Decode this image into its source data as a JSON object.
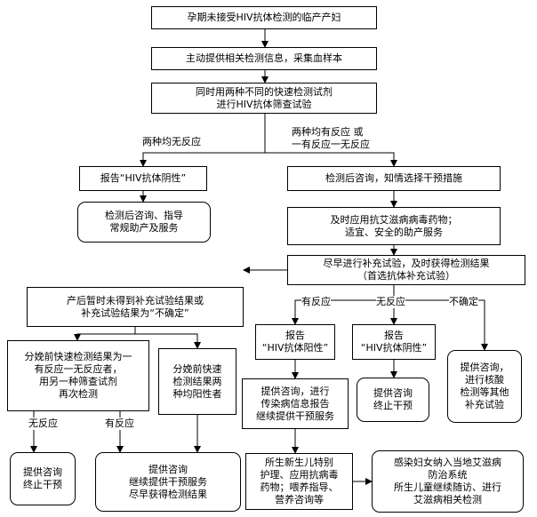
{
  "nodes": {
    "n1": "孕期未接受HIV抗体检测的临产产妇",
    "n2": "主动提供相关检测信息，采集血样本",
    "n3": "同时用两种不同的快速检测试剂\n进行HIV抗体筛查试验",
    "n4": "报告“HIV抗体阴性”",
    "n5": "检测后咨询，知情选择干预措施",
    "n6": "检测后咨询、指导\n常规助产及服务",
    "n7": "及时应用抗艾滋病病毒药物；\n适宜、安全的助产服务",
    "n8": "尽早进行补充试验，及时获得检测结果\n（首选抗体补充试验）",
    "n9": "产后暂时未得到补充试验结果或\n补充试验结果为“不确定”",
    "n10": "报告\n“HIV抗体阳性”",
    "n11": "报告\n“HIV抗体阴性”",
    "n12": "提供咨询，\n进行核酸\n检测等其他\n补充试验",
    "n13": "分娩前快速检测结果为一\n有反应一无反应者，\n用另一种筛查试剂\n再次检测",
    "n14": "分娩前快速\n检测结果两\n种均阳性者",
    "n15": "提供咨询，进行\n传染病信息报告\n继续提供干预服务",
    "n16": "提供咨询\n终止干预",
    "n17": "提供咨询\n终止干预",
    "n18": "提供咨询\n继续提供干预服务\n尽早获得检测结果",
    "n19": "所生新生儿特别\n护理、应用抗病毒\n药物；喂养指导、\n营养咨询等",
    "n20": "感染妇女纳入当地艾滋病\n防治系统\n所生儿童继续随访、进行\n艾滋病相关检测"
  },
  "edge_labels": {
    "both_nonreactive": "两种均无反应",
    "reactive": "两种均有反应  或\n一有反应一无反应",
    "has_reaction": "有反应",
    "no_reaction": "无反应",
    "uncertain": "不确定",
    "left_no_reaction": "无反应",
    "left_has_reaction": "有反应"
  }
}
